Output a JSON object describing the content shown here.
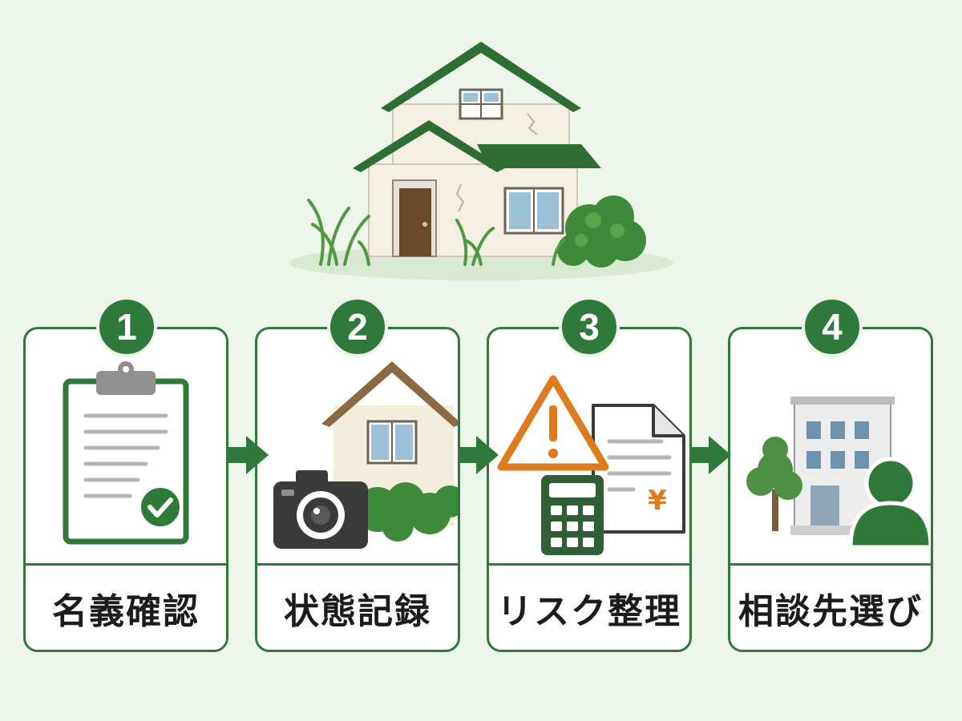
{
  "steps": [
    {
      "number": "1",
      "label": "名義確認",
      "icon": "clipboard-check-icon"
    },
    {
      "number": "2",
      "label": "状態記録",
      "icon": "camera-house-icon"
    },
    {
      "number": "3",
      "label": "リスク整理",
      "icon": "warning-calculator-document-icon"
    },
    {
      "number": "4",
      "label": "相談先選び",
      "icon": "building-person-icon"
    }
  ],
  "document_currency_symbol": "¥",
  "colors": {
    "accent": "#2f7a3a",
    "background": "#eef6ec",
    "warning": "#e07a1f"
  }
}
